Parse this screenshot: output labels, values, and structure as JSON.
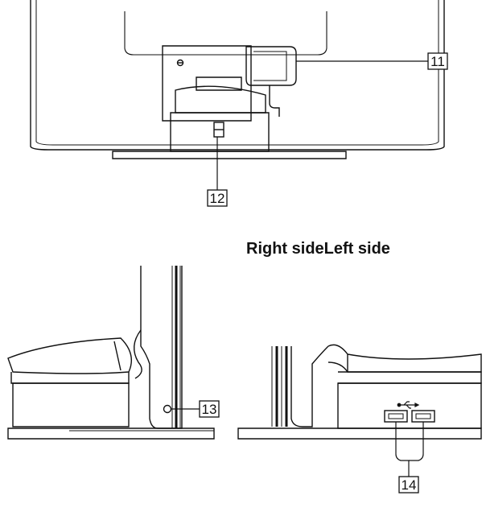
{
  "callouts": {
    "c11": "11",
    "c12": "12",
    "c13": "13",
    "c14": "14"
  },
  "headings": {
    "right_side": "Right side",
    "left_side": "Left side"
  },
  "icons": {
    "usb": "usb-icon"
  }
}
